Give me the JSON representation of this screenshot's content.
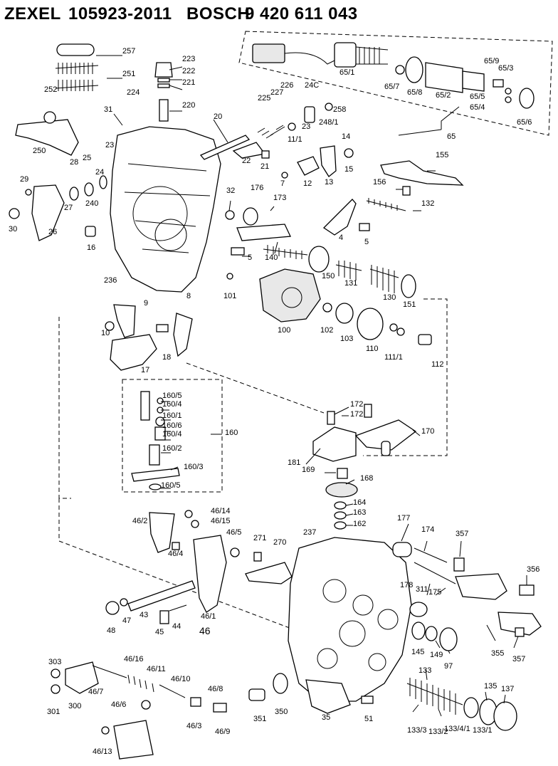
{
  "header": {
    "brand": "ZEXEL",
    "zexel_number": "105923-2011",
    "maker": "BOSCH",
    "bosch_number": "9 420 611 043"
  },
  "labels": {
    "p65_1": "65/1",
    "p65_7": "65/7",
    "p65_8": "65/8",
    "p65_2": "65/2",
    "p65_9": "65/9",
    "p65_3": "65/3",
    "p65_5": "65/5",
    "p65_4": "65/4",
    "p65_6": "65/6",
    "p65": "65",
    "p257": "257",
    "p251": "251",
    "p223": "223",
    "p222": "222",
    "p221": "221",
    "p220": "220",
    "p252": "252",
    "p224": "224",
    "p250": "250",
    "p31": "31",
    "p20": "20",
    "p225": "225",
    "p227": "227",
    "p226": "226",
    "p24c": "24C",
    "p258": "258",
    "p23a": "23",
    "p23b": "23",
    "p248_1": "248/1",
    "p11_1": "11/1",
    "p14": "14",
    "p15": "15",
    "p22": "22",
    "p21": "21",
    "p7": "7",
    "p12": "12",
    "p13": "13",
    "p155": "155",
    "p156": "156",
    "p132": "132",
    "p29": "29",
    "p28": "28",
    "p25": "25",
    "p24": "24",
    "p240": "240",
    "p27": "27",
    "p30": "30",
    "p26": "26",
    "p16": "16",
    "p32": "32",
    "p176": "176",
    "p173": "173",
    "p4": "4",
    "p5a": "5",
    "p5b": "5",
    "p140": "140",
    "p150": "150",
    "p131": "131",
    "p130": "130",
    "p151": "151",
    "p236": "236",
    "p101": "101",
    "p9": "9",
    "p8": "8",
    "p10": "10",
    "p18": "18",
    "p17": "17",
    "p100": "100",
    "p102": "102",
    "p103": "103",
    "p110": "110",
    "p111_1": "111/1",
    "p112": "112",
    "p160_5a": "160/5",
    "p160_4a": "160/4",
    "p160_1": "160/1",
    "p160_6": "160/6",
    "p160_4b": "160/4",
    "p160_2": "160/2",
    "p160_3": "160/3",
    "p160_5b": "160/5",
    "p160": "160",
    "p172a": "172",
    "p172b": "172",
    "p170": "170",
    "p181": "181",
    "p169": "169",
    "p168": "168",
    "p164": "164",
    "p163": "163",
    "p162": "162",
    "p46_14": "46/14",
    "p46_15": "46/15",
    "p46_2": "46/2",
    "p46_5": "46/5",
    "p46_4": "46/4",
    "p271": "271",
    "p270": "270",
    "p237": "237",
    "p177": "177",
    "p174": "174",
    "p357a": "357",
    "p356": "356",
    "p178": "178",
    "p311": "311",
    "p175": "175",
    "p48": "48",
    "p47": "47",
    "p43": "43",
    "p45": "45",
    "p44": "44",
    "p46_1": "46/1",
    "p46": "46",
    "p145": "145",
    "p149": "149",
    "p97": "97",
    "p355": "355",
    "p357b": "357",
    "p303": "303",
    "p46_16": "46/16",
    "p46_11": "46/11",
    "p46_10": "46/10",
    "p46_7": "46/7",
    "p300": "300",
    "p301": "301",
    "p46_6": "46/6",
    "p46_8": "46/8",
    "p46_3": "46/3",
    "p46_9": "46/9",
    "p46_13": "46/13",
    "p351": "351",
    "p350": "350",
    "p35": "35",
    "p51": "51",
    "p133": "133",
    "p135": "135",
    "p137": "137",
    "p133_3": "133/3",
    "p133_2": "133/2",
    "p133_4_1": "133/4/1",
    "p133_1": "133/1"
  }
}
